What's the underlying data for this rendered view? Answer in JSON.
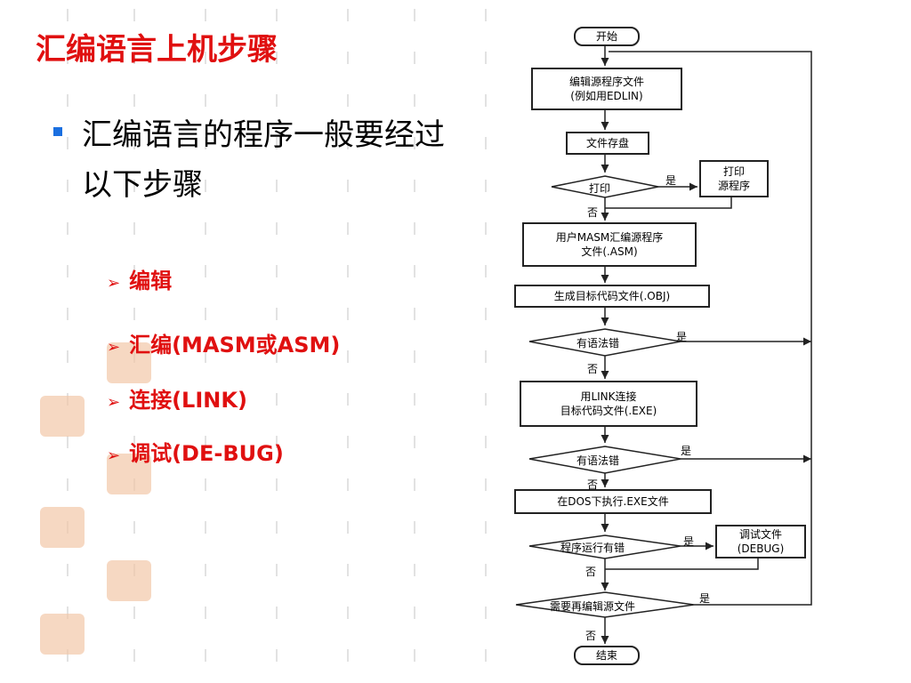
{
  "title": "汇编语言上机步骤",
  "bullet_text": "汇编语言的程序一般要经过以下步骤",
  "items": [
    "编辑",
    "汇编(MASM或ASM)",
    "连接(LINK)",
    "调试(DE-BUG)"
  ],
  "flow": {
    "start": "开始",
    "edit": "编辑源程序文件\n(例如用EDLIN)",
    "save": "文件存盘",
    "print_q": "打印",
    "print_box": "打印\n源程序",
    "masm": "用户MASM汇编源程序\n文件(.ASM)",
    "obj": "生成目标代码文件(.OBJ)",
    "err1": "有语法错",
    "link": "用LINK连接\n目标代码文件(.EXE)",
    "err2": "有语法错",
    "run": "在DOS下执行.EXE文件",
    "run_q": "程序运行有错",
    "debug": "调试文件\n(DEBUG)",
    "again_q": "需要再编辑源文件",
    "end": "结束",
    "yes": "是",
    "no": "否"
  }
}
